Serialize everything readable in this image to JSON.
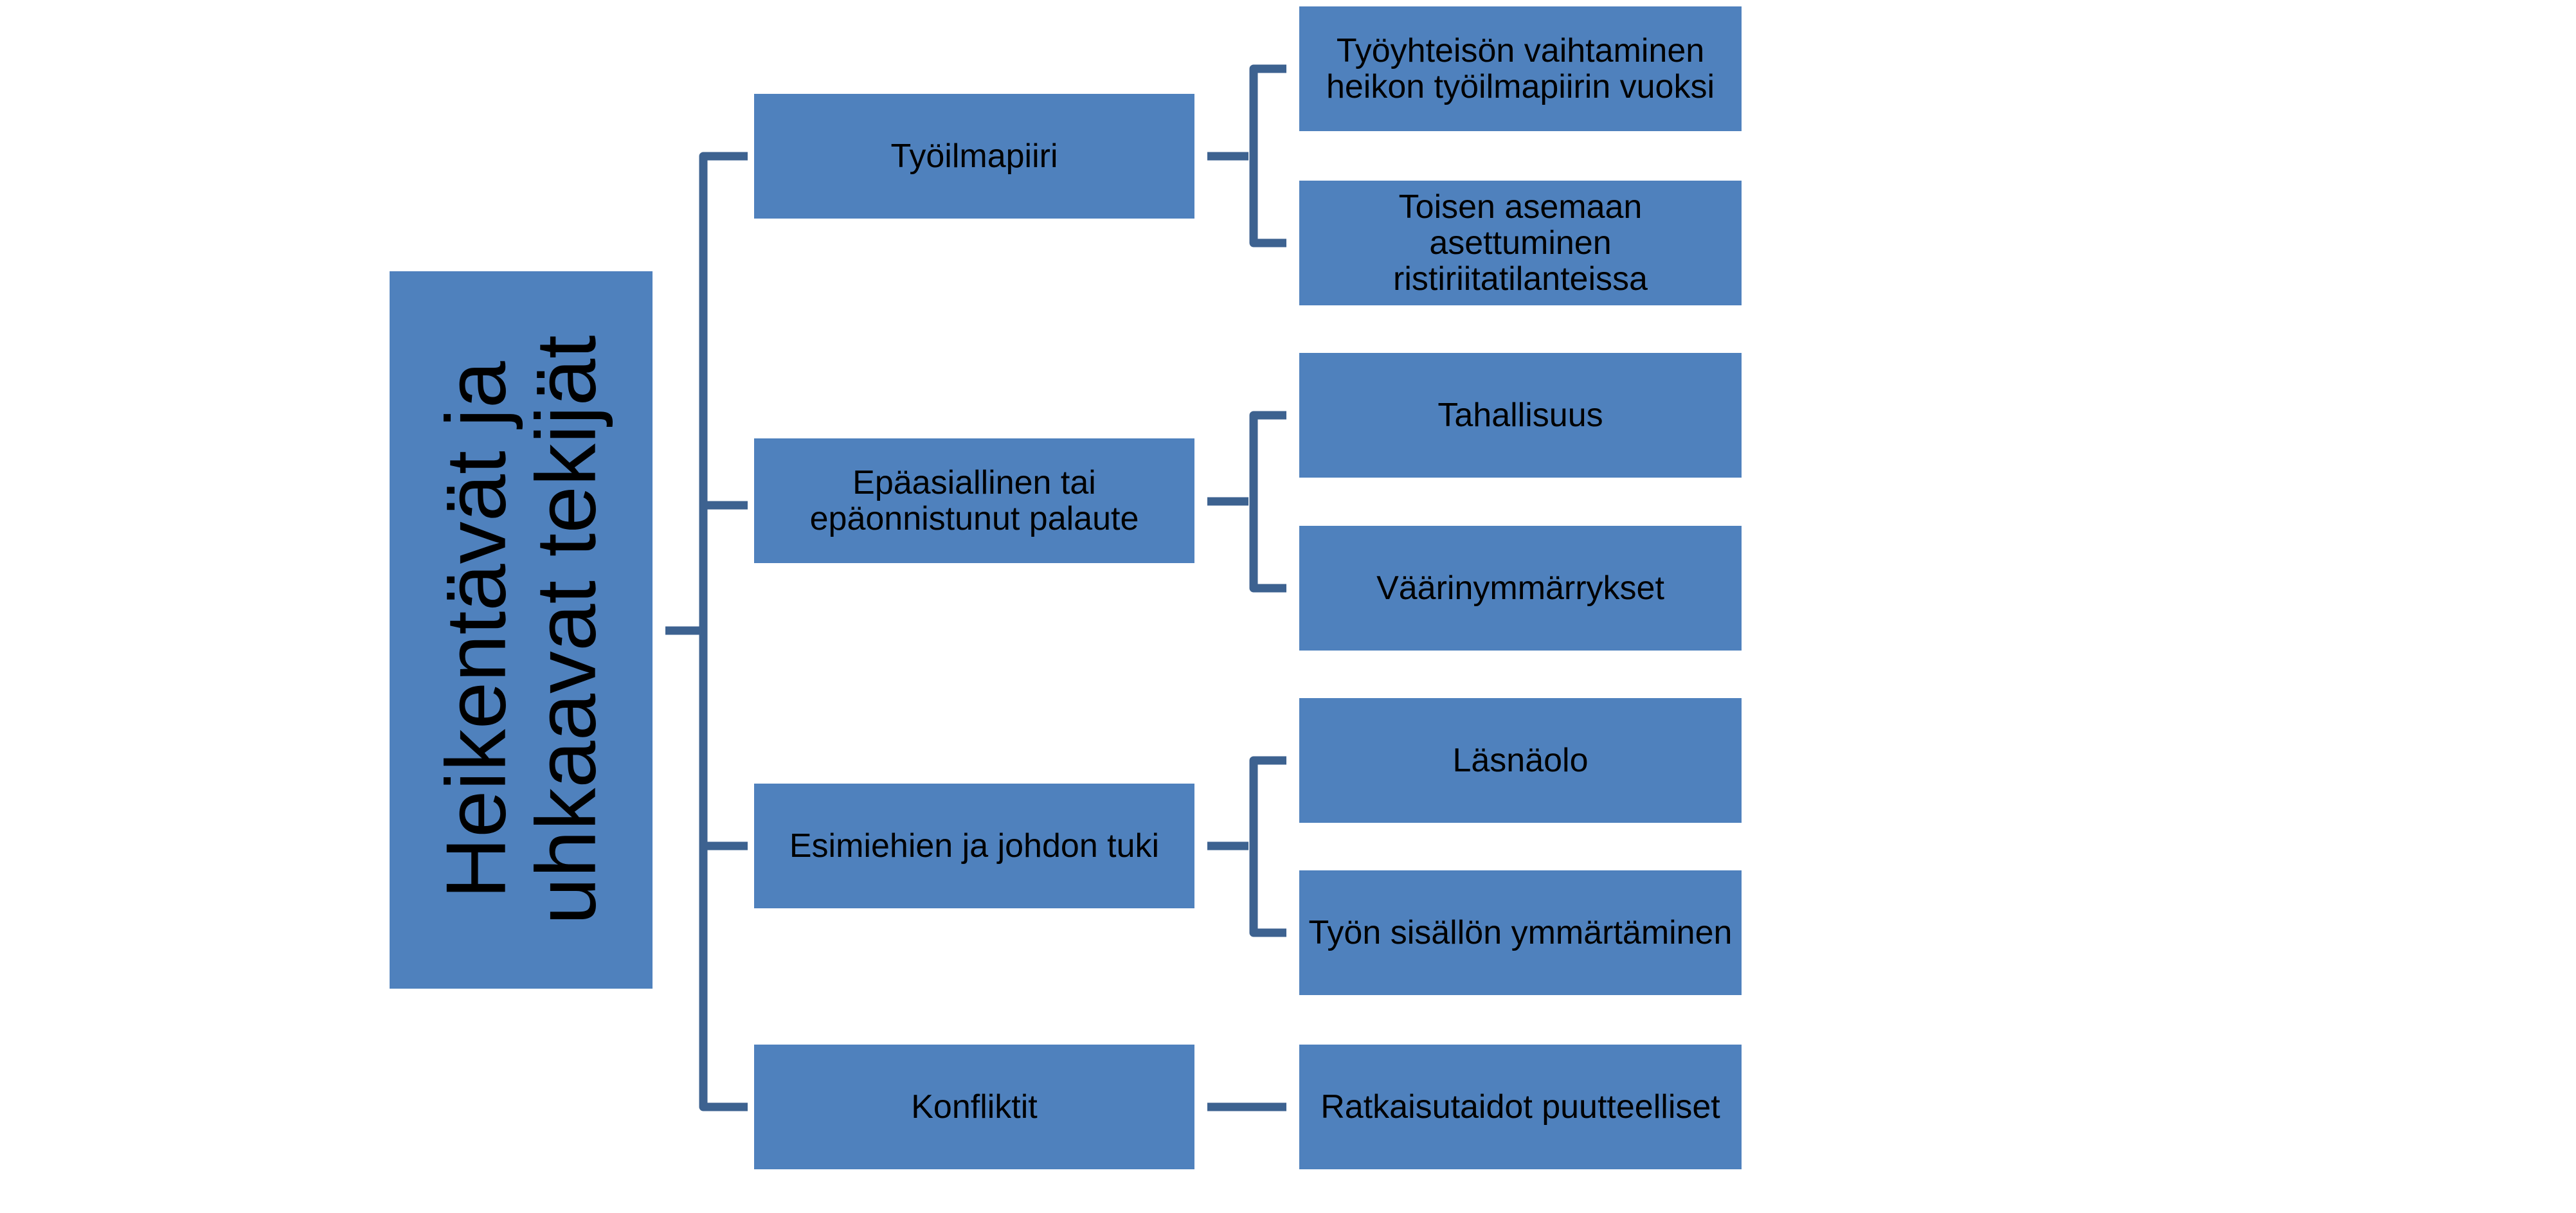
{
  "colors": {
    "box": "#4f81bd",
    "connector": "#3d6290"
  },
  "root": {
    "line1": "Heikentävät ja",
    "line2": "uhkaavat tekijät"
  },
  "branches": [
    {
      "label": "Työilmapiiri",
      "children": [
        "Työyhteisön vaihtaminen heikon työilmapiirin vuoksi",
        "Toisen asemaan asettuminen ristiriitatilanteissa"
      ]
    },
    {
      "label": "Epäasiallinen tai epäonnistunut palaute",
      "children": [
        "Tahallisuus",
        "Väärinymmärrykset"
      ]
    },
    {
      "label": "Esimiehien ja johdon tuki",
      "children": [
        "Läsnäolo",
        "Työn sisällön ymmärtäminen"
      ]
    },
    {
      "label": "Konfliktit",
      "children": [
        "Ratkaisutaidot puutteelliset"
      ]
    }
  ]
}
